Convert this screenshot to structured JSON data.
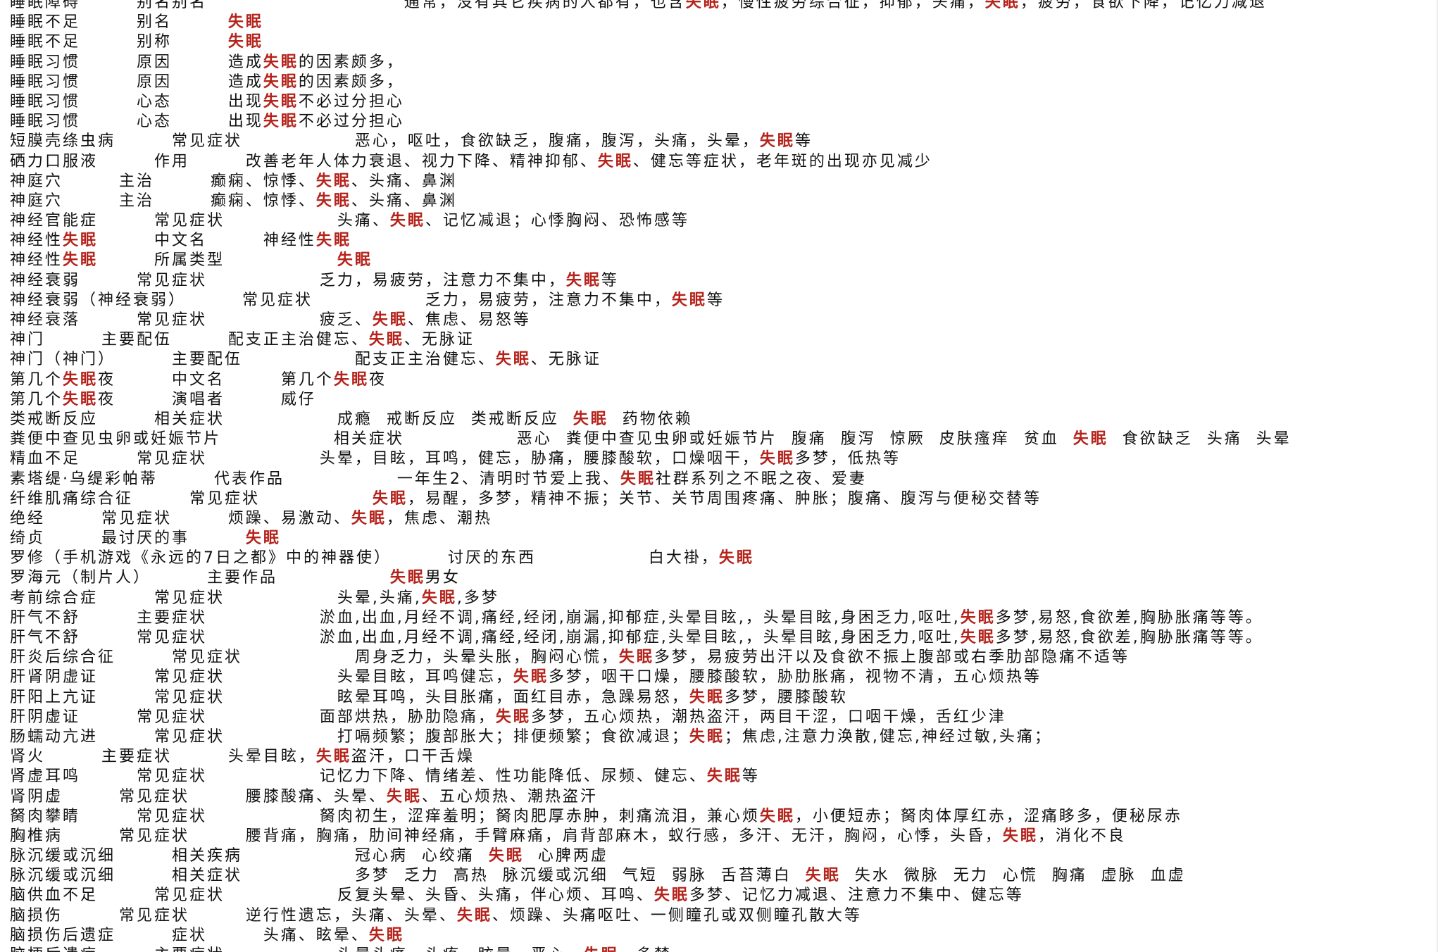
{
  "document": {
    "keyword": "失眠",
    "highlight_color": "#b5241c",
    "text_color": "#111111",
    "lines": [
      "睡眠障碍\t\t别名别名\t\t\t\t\t\t\t通常，没有其它疾病的人都有，也含失眠，慢性疲劳综合征，抑郁，头痛，失眠，疲劳，食欲下降，记忆力减退",
      "睡眠不足\t\t别名\t\t失眠",
      "睡眠不足\t\t别称\t\t失眠",
      "睡眠习惯\t\t原因\t\t造成失眠的因素颇多，",
      "睡眠习惯\t\t原因\t\t造成失眠的因素颇多，",
      "睡眠习惯\t\t心态\t\t出现失眠不必过分担心",
      "睡眠习惯\t\t心态\t\t出现失眠不必过分担心",
      "短膜壳绦虫病\t\t常见症状\t\t\t\t恶心，呕吐，食欲缺乏，腹痛，腹泻，头痛，头晕，失眠等",
      "硒力口服液\t\t作用\t\t改善老年人体力衰退、视力下降、精神抑郁、失眠、健忘等症状，老年斑的出现亦见减少",
      "神庭穴\t\t主治\t\t癫痫、惊悸、失眠、头痛、鼻渊",
      "神庭穴\t\t主治\t\t癫痫、惊悸、失眠、头痛、鼻渊",
      "神经官能症\t\t常见症状\t\t\t\t头痛、失眠、记忆减退；心悸胸闷、恐怖感等",
      "神经性失眠\t\t中文名\t\t神经性失眠",
      "神经性失眠\t\t所属类型\t\t\t\t失眠",
      "神经衰弱\t\t常见症状\t\t\t\t乏力，易疲劳，注意力不集中，失眠等",
      "神经衰弱（神经衰弱）\t\t常见症状\t\t\t\t乏力，易疲劳，注意力不集中，失眠等",
      "神经衰落\t\t常见症状\t\t\t\t疲乏、失眠、焦虑、易怒等",
      "神门\t\t主要配伍\t\t配支正主治健忘、失眠、无脉证",
      "神门（神门）\t\t主要配伍\t\t\t\t配支正主治健忘、失眠、无脉证",
      "第几个失眠夜\t\t中文名\t\t第几个失眠夜",
      "第几个失眠夜\t\t演唱者\t\t威仔",
      "类戒断反应\t\t相关症状\t\t\t\t成瘾  戒断反应  类戒断反应  失眠  药物依赖",
      "粪便中查见虫卵或妊娠节片\t\t\t\t相关症状\t\t\t\t恶心  粪便中查见虫卵或妊娠节片  腹痛  腹泻  惊厥  皮肤瘙痒  贫血  失眠  食欲缺乏  头痛  头晕",
      "精血不足\t\t常见症状\t\t\t\t头晕，目眩，耳鸣，健忘，胁痛，腰膝酸软，口燥咽干，失眠多梦，低热等",
      "素塔缇·乌缇彩帕蒂\t\t代表作品\t\t\t\t一年生2、清明时节爱上我、失眠社群系列之不眠之夜、爱妻",
      "纤维肌痛综合征\t\t常见症状\t\t\t\t失眠，易醒，多梦，精神不振；关节、关节周围疼痛、肿胀；腹痛、腹泻与便秘交替等",
      "绝经\t\t常见症状\t\t烦躁、易激动、失眠，焦虑、潮热",
      "绮贞\t\t最讨厌的事\t\t失眠",
      "罗修（手机游戏《永远的7日之都》中的神器使）\t\t讨厌的东西\t\t\t\t白大褂，失眠",
      "罗海元（制片人）\t\t主要作品\t\t\t\t失眠男女",
      "考前综合症\t\t常见症状\t\t\t\t头晕,头痛,失眠,多梦",
      "肝气不舒\t\t主要症状\t\t\t\t淤血,出血,月经不调,痛经,经闭,崩漏,抑郁症,头晕目眩,，头晕目眩,身困乏力,呕吐,失眠多梦,易怒,食欲差,胸胁胀痛等等。",
      "肝气不舒\t\t常见症状\t\t\t\t淤血,出血,月经不调,痛经,经闭,崩漏,抑郁症,头晕目眩,，头晕目眩,身困乏力,呕吐,失眠多梦,易怒,食欲差,胸胁胀痛等等。",
      "肝炎后综合征\t\t常见症状\t\t\t\t周身乏力，头晕头胀，胸闷心慌，失眠多梦，易疲劳出汗以及食欲不振上腹部或右季肋部隐痛不适等",
      "肝肾阴虚证\t\t常见症状\t\t\t\t头晕目眩，耳鸣健忘，失眠多梦，咽干口燥，腰膝酸软，胁肋胀痛，视物不清，五心烦热等",
      "肝阳上亢证\t\t常见症状\t\t\t\t眩晕耳鸣，头目胀痛，面红目赤，急躁易怒，失眠多梦，腰膝酸软",
      "肝阴虚证\t\t常见症状\t\t\t\t面部烘热，胁肋隐痛，失眠多梦，五心烦热，潮热盗汗，两目干涩，口咽干燥，舌红少津",
      "肠蠕动亢进\t\t常见症状\t\t\t\t打嗝频繁；腹部胀大；排便频繁；食欲减退；失眠；焦虑,注意力涣散,健忘,神经过敏,头痛；",
      "肾火\t\t主要症状\t\t头晕目眩，失眠盗汗，口干舌燥",
      "肾虚耳鸣\t\t常见症状\t\t\t\t记忆力下降、情绪差、性功能降低、尿频、健忘、失眠等",
      "肾阴虚\t\t常见症状\t\t腰膝酸痛、头晕、失眠、五心烦热、潮热盗汗",
      "胬肉攀睛\t\t常见症状\t\t\t\t胬肉初生，涩痒羞明；胬肉肥厚赤肿，刺痛流泪，兼心烦失眠，小便短赤；胬肉体厚红赤，涩痛眵多，便秘尿赤",
      "胸椎病\t\t常见症状\t\t腰背痛，胸痛，肋间神经痛，手臂麻痛，肩背部麻木，蚁行感，多汗、无汗，胸闷，心悸，头昏，失眠，消化不良",
      "脉沉缓或沉细\t\t相关疾病\t\t\t\t冠心病  心绞痛  失眠  心脾两虚",
      "脉沉缓或沉细\t\t相关症状\t\t\t\t多梦  乏力  高热  脉沉缓或沉细  气短  弱脉  舌苔薄白  失眠  失水  微脉  无力  心慌  胸痛  虚脉  血虚",
      "脑供血不足\t\t常见症状\t\t\t\t反复头晕、头昏、头痛，伴心烦、耳鸣、失眠多梦、记忆力减退、注意力不集中、健忘等",
      "脑损伤\t\t常见症状\t\t逆行性遗忘，头痛、头晕、失眠、烦躁、头痛呕吐、一侧瞳孔或双侧瞳孔散大等",
      "脑损伤后遗症\t\t症状\t\t头痛、眩晕、失眠",
      "脑梗后遗症\t\t主要症状\t\t\t\t头晕头痛，头疼、眩晕、恶心、失眠、多梦，"
    ]
  }
}
